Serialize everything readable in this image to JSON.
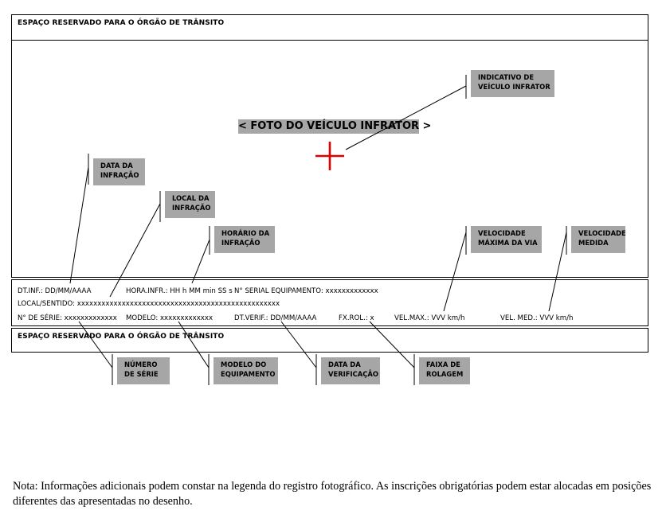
{
  "top_box": {
    "title": "ESPAÇO RESERVADO PARA O ÓRGÃO DE TRÂNSITO"
  },
  "photo": {
    "label": "< FOTO DO VEÍCULO INFRATOR >"
  },
  "info": {
    "line1": {
      "date": "DT.INF.: DD/MM/AAAA",
      "time": "HORA.INFR.: HH h MM min SS s",
      "serial": "N° SERIAL EQUIPAMENTO: xxxxxxxxxxxxx"
    },
    "line2": "LOCAL/SENTIDO: xxxxxxxxxxxxxxxxxxxxxxxxxxxxxxxxxxxxxxxxxxxxxxxxxx",
    "line3": {
      "serie": "N° DE SÉRIE: xxxxxxxxxxxxx",
      "modelo": "MODELO: xxxxxxxxxxxxx",
      "verif": "DT.VERIF.: DD/MM/AAAA",
      "faixa": "FX.ROL.: x",
      "velmax": "VEL.MAX.: VVV km/h",
      "velmed": "VEL. MED.: VVV km/h"
    }
  },
  "bottom_box": {
    "title": "ESPAÇO RESERVADO PARA O ÓRGÃO DE TRÂNSITO"
  },
  "callouts": {
    "indicativo": [
      "INDICATIVO DE",
      "VEÍCULO INFRATOR"
    ],
    "data": [
      "DATA DA",
      "INFRAÇÃO"
    ],
    "local": [
      "LOCAL DA",
      "INFRAÇÃO"
    ],
    "horario": [
      "HORÁRIO DA",
      "INFRAÇÃO"
    ],
    "velmax": [
      "VELOCIDADE",
      "MÁXIMA DA VIA"
    ],
    "velmed": [
      "VELOCIDADE",
      "MEDIDA"
    ],
    "serie": [
      "NÚMERO",
      "DE SÉRIE"
    ],
    "modelo": [
      "MODELO DO",
      "EQUIPAMENTO"
    ],
    "verif": [
      "DATA DA",
      "VERIFICAÇÃO"
    ],
    "faixa": [
      "FAIXA DE",
      "ROLAGEM"
    ]
  },
  "note": "Nota: Informações adicionais podem constar na legenda do registro fotográfico. As inscrições obrigatórias podem estar alocadas em posições diferentes das apresentadas no desenho.",
  "colors": {
    "callout_bg": "#a6a6a6",
    "target_cross": "#e00000"
  }
}
